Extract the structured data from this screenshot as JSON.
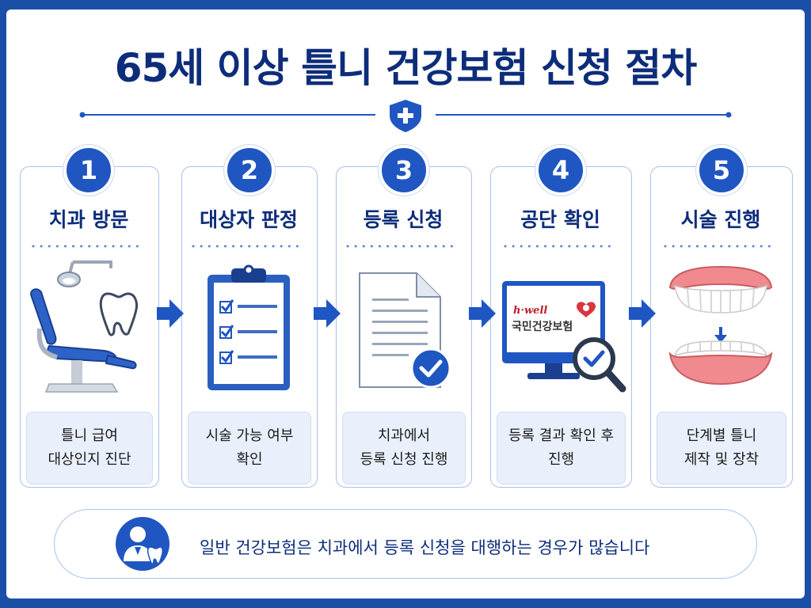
{
  "title": "65세 이상 틀니 건강보험 신청 절차",
  "steps": [
    {
      "number": "1",
      "title": "치과 방문",
      "desc": [
        "틀니 급여",
        "대상인지 진단"
      ]
    },
    {
      "number": "2",
      "title": "대상자 판정",
      "desc": [
        "시술 가능 여부",
        "확인"
      ]
    },
    {
      "number": "3",
      "title": "등록 신청",
      "desc": [
        "치과에서",
        "등록 신청 진행"
      ]
    },
    {
      "number": "4",
      "title": "공단 확인",
      "desc": [
        "등록 결과 확인 후",
        "진행"
      ]
    },
    {
      "number": "5",
      "title": "시술 진행",
      "desc": [
        "단계별 틀니",
        "제작 및 장착"
      ]
    }
  ],
  "monitor": {
    "brand": "h·well",
    "org": "국민건강보험"
  },
  "note": "일반 건강보험은 치과에서 등록 신청을 대행하는 경우가 많습니다",
  "colors": {
    "primary": "#1f56c2",
    "navy": "#0d2d7a",
    "border": "#a9c2ec",
    "light": "#e9f0fb",
    "frame": "#1a4fa8"
  },
  "icons": [
    "shield-plus-icon",
    "dental-chair-icon",
    "tooth-icon",
    "clipboard-checklist-icon",
    "document-check-icon",
    "monitor-icon",
    "magnifier-check-icon",
    "dentures-icon",
    "dentist-avatar-icon",
    "arrow-right-icon"
  ]
}
